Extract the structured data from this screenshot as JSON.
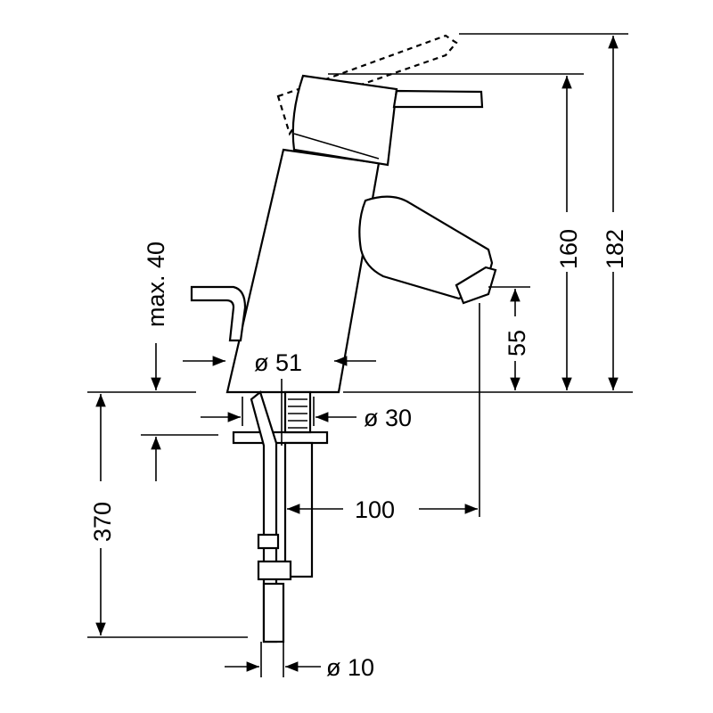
{
  "dimensions": {
    "max_40": "max. 40",
    "d51": "ø 51",
    "d30": "ø 30",
    "d10": "ø 10",
    "h370": "370",
    "h100": "100",
    "h55": "55",
    "h160": "160",
    "h182": "182"
  },
  "colors": {
    "line": "#000000",
    "background": "#ffffff"
  }
}
